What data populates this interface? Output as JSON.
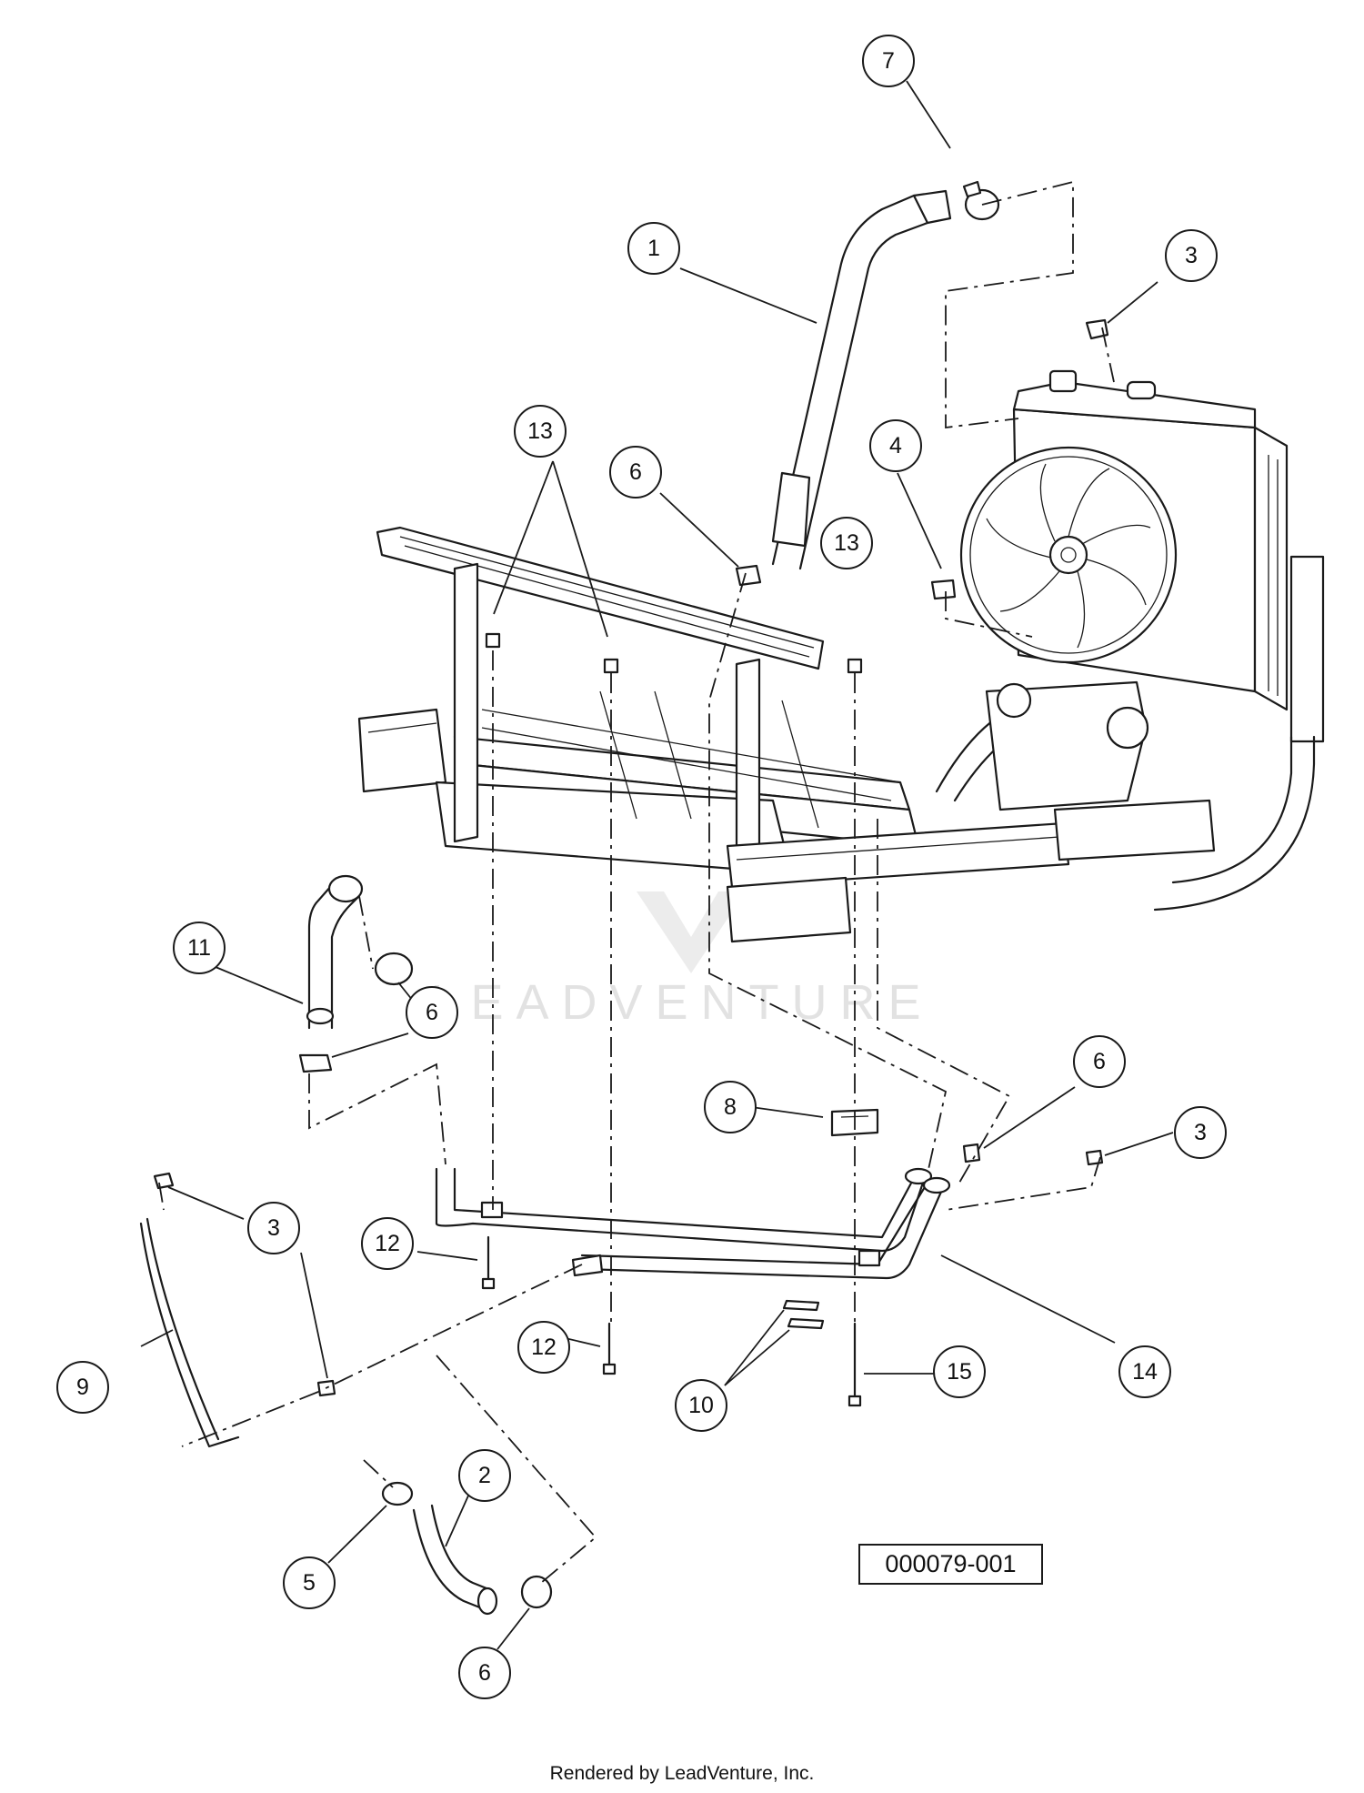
{
  "diagram": {
    "watermark": "LEADVENTURE",
    "diagram_id": "000079-001",
    "footer": "Rendered by LeadVenture, Inc.",
    "callouts": [
      {
        "id": "c7",
        "label": "7"
      },
      {
        "id": "c1",
        "label": "1"
      },
      {
        "id": "c3a",
        "label": "3"
      },
      {
        "id": "c13a",
        "label": "13"
      },
      {
        "id": "c6a",
        "label": "6"
      },
      {
        "id": "c13b",
        "label": "13"
      },
      {
        "id": "c4",
        "label": "4"
      },
      {
        "id": "c11",
        "label": "11"
      },
      {
        "id": "c6b",
        "label": "6"
      },
      {
        "id": "c6c",
        "label": "6"
      },
      {
        "id": "c8",
        "label": "8"
      },
      {
        "id": "c3b",
        "label": "3"
      },
      {
        "id": "c3c",
        "label": "3"
      },
      {
        "id": "c12a",
        "label": "12"
      },
      {
        "id": "c12b",
        "label": "12"
      },
      {
        "id": "c14",
        "label": "14"
      },
      {
        "id": "c9",
        "label": "9"
      },
      {
        "id": "c10",
        "label": "10"
      },
      {
        "id": "c15",
        "label": "15"
      },
      {
        "id": "c2",
        "label": "2"
      },
      {
        "id": "c5",
        "label": "5"
      },
      {
        "id": "c6d",
        "label": "6"
      }
    ]
  }
}
